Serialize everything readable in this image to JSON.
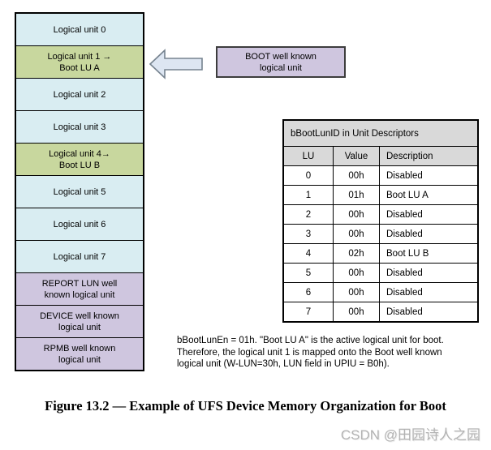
{
  "stack": {
    "cells": [
      {
        "text": "Logical unit 0",
        "type": "blue"
      },
      {
        "text": "Logical unit 1 →\nBoot LU A",
        "type": "green"
      },
      {
        "text": "Logical unit 2",
        "type": "blue"
      },
      {
        "text": "Logical unit 3",
        "type": "blue"
      },
      {
        "text": "Logical unit 4→\nBoot LU B",
        "type": "green"
      },
      {
        "text": "Logical unit 5",
        "type": "blue"
      },
      {
        "text": "Logical unit 6",
        "type": "blue"
      },
      {
        "text": "Logical unit 7",
        "type": "blue"
      },
      {
        "text": "REPORT LUN well\nknown logical unit",
        "type": "purple"
      },
      {
        "text": "DEVICE well known\nlogical unit",
        "type": "purple"
      },
      {
        "text": "RPMB well known\nlogical unit",
        "type": "purple"
      }
    ]
  },
  "boot_box": {
    "text": "BOOT well known\nlogical unit"
  },
  "table": {
    "title": "bBootLunID in Unit Descriptors",
    "columns": [
      "LU",
      "Value",
      "Description"
    ],
    "rows": [
      [
        "0",
        "00h",
        "Disabled"
      ],
      [
        "1",
        "01h",
        "Boot LU A"
      ],
      [
        "2",
        "00h",
        "Disabled"
      ],
      [
        "3",
        "00h",
        "Disabled"
      ],
      [
        "4",
        "02h",
        "Boot LU B"
      ],
      [
        "5",
        "00h",
        "Disabled"
      ],
      [
        "6",
        "00h",
        "Disabled"
      ],
      [
        "7",
        "00h",
        "Disabled"
      ]
    ]
  },
  "note": {
    "lines": [
      "bBootLunEn = 01h. \"Boot LU A\" is the active logical unit for boot.",
      "Therefore, the logical unit 1 is mapped onto the Boot well known",
      "logical unit (W-LUN=30h, LUN field in UPIU = B0h)."
    ]
  },
  "caption": "Figure 13.2 — Example of UFS Device Memory Organization for Boot",
  "watermark": "CSDN @田园诗人之园",
  "colors": {
    "cell_blue": "#d9edf2",
    "cell_green": "#c8d79e",
    "cell_purple": "#cfc6df",
    "table_header_gray": "#d9d9d9",
    "arrow_fill": "#dde6f2",
    "arrow_border": "#76838f"
  }
}
